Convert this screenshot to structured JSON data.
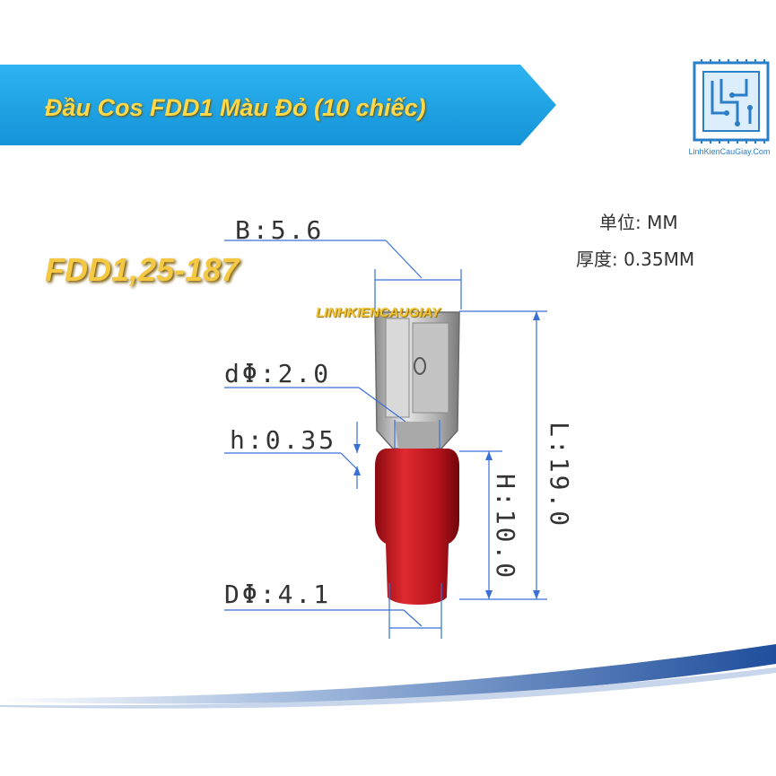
{
  "header": {
    "title": "Đầu Cos FDD1 Màu Đỏ (10 chiếc)",
    "banner_color": "#1fa6e8",
    "logo_text": "LinhKienCauGiay.Com"
  },
  "product": {
    "model": "FDD1,25-187",
    "watermark": "LINHKIENCAUGIAY"
  },
  "specs": {
    "unit_line": "单位: MM",
    "thickness_line": "厚度: 0.35MM"
  },
  "dimensions": {
    "b": "B:5.6",
    "d_inner": "dΦ:2.0",
    "h_thick": "h:0.35",
    "d_outer": "DΦ:4.1",
    "length": "L:19.0",
    "height": "H:10.0"
  },
  "colors": {
    "insulation": "#c8141c",
    "metal": "#c9c9c9",
    "dim_line": "#3a6fd8",
    "accent": "#1f4e9c"
  }
}
